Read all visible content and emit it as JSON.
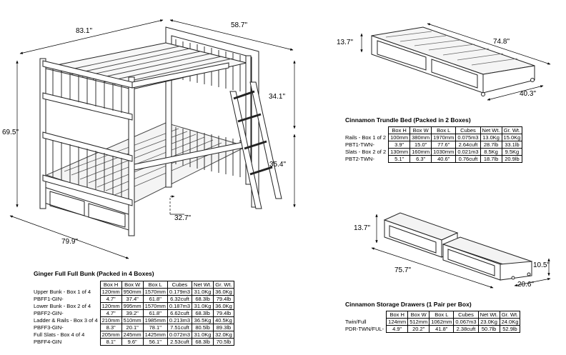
{
  "bunk": {
    "dims": {
      "top_width": "83.1\"",
      "top_depth": "58.7\"",
      "upper_height": "34.1\"",
      "total_height": "69.5\"",
      "lower_height": "35.4\"",
      "ladder_offset": "32.7\"",
      "bottom_length": "79.9\""
    },
    "heading": "Ginger Full Full Bunk (Packed in 4 Boxes)",
    "headers": [
      "Box H",
      "Box W",
      "Box L",
      "Cubes",
      "Net Wt.",
      "Gr. Wt."
    ],
    "rows": [
      {
        "label": "Upper Bunk - Box 1 of 4",
        "cells": [
          "120mm",
          "950mm",
          "1570mm",
          "0.179m3",
          "31.0Kg",
          "36.0Kg"
        ]
      },
      {
        "label": "PBFF1-GIN-",
        "cells": [
          "4.7\"",
          "37.4\"",
          "61.8\"",
          "6.32cuft",
          "68.3lb",
          "79.4lb"
        ]
      },
      {
        "label": "Lower Bunk - Box 2 of 4",
        "cells": [
          "120mm",
          "995mm",
          "1570mm",
          "0.187m3",
          "31.0Kg",
          "36.0Kg"
        ]
      },
      {
        "label": "PBFF2-GIN-",
        "cells": [
          "4.7\"",
          "39.2\"",
          "61.8\"",
          "6.62cuft",
          "68.3lb",
          "79.4lb"
        ]
      },
      {
        "label": "Ladder & Rails - Box 3 of 4",
        "cells": [
          "210mm",
          "510mm",
          "1985mm",
          "0.213m3",
          "36.5Kg",
          "40.5Kg"
        ]
      },
      {
        "label": "PBFF3-GIN-",
        "cells": [
          "8.3\"",
          "20.1\"",
          "78.1\"",
          "7.51cuft",
          "80.5lb",
          "89.3lb"
        ]
      },
      {
        "label": "Full Slats - Box 4 of 4",
        "cells": [
          "205mm",
          "245mm",
          "1425mm",
          "0.072m3",
          "31.0Kg",
          "32.0Kg"
        ]
      },
      {
        "label": "PBFF4-GIN",
        "cells": [
          "8.1\"",
          "9.6\"",
          "56.1\"",
          "2.53cuft",
          "68.3lb",
          "70.5lb"
        ]
      }
    ]
  },
  "trundle": {
    "dims": {
      "height": "13.7\"",
      "length": "74.8\"",
      "width": "40.3\""
    },
    "heading": "Cinnamon Trundle Bed (Packed in 2 Boxes)",
    "headers": [
      "Box H",
      "Box W",
      "Box L",
      "Cubes",
      "Net Wt.",
      "Gr. Wt."
    ],
    "rows": [
      {
        "label": "Rails - Box 1 of 2",
        "cells": [
          "100mm",
          "380mm",
          "1970mm",
          "0.075m3",
          "13.0Kg",
          "15.0Kg"
        ]
      },
      {
        "label": "PBT1-TWN-",
        "cells": [
          "3.9\"",
          "15.0\"",
          "77.6\"",
          "2.64cuft",
          "28.7lb",
          "33.1lb"
        ]
      },
      {
        "label": "Slats - Box 2 of 2",
        "cells": [
          "130mm",
          "160mm",
          "1030mm",
          "0.021m3",
          "8.5Kg",
          "9.5Kg"
        ]
      },
      {
        "label": "PBT2-TWN-",
        "cells": [
          "5.1\"",
          "6.3\"",
          "40.6\"",
          "0.76cuft",
          "18.7lb",
          "20.9lb"
        ]
      }
    ]
  },
  "drawers": {
    "dims": {
      "height": "13.7\"",
      "length": "75.7\"",
      "front_height": "10.5\"",
      "depth": "20.6\""
    },
    "heading": "Cinnamon Storage Drawers (1 Pair per Box)",
    "headers": [
      "Box H",
      "Box W",
      "Box L",
      "Cubes",
      "Net Wt.",
      "Gr. Wt."
    ],
    "rows": [
      {
        "label": "Twin/Full",
        "cells": [
          "124mm",
          "512mm",
          "1062mm",
          "0.067m3",
          "23.0Kg",
          "24.0Kg"
        ]
      },
      {
        "label": "PDR-TWN/FUL-",
        "cells": [
          "4.9\"",
          "20.2\"",
          "41.8\"",
          "2.38cuft",
          "50.7lb",
          "52.9lb"
        ]
      }
    ]
  }
}
